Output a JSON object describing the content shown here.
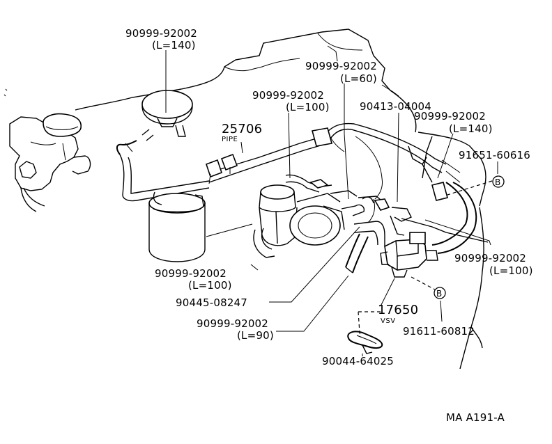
{
  "labels": {
    "hose_top_left": "90999-92002",
    "hose_top_left_len": "(L=140)",
    "hose_top_mid": "90999-92002",
    "hose_top_mid_len": "(L=60)",
    "hose_mid": "90999-92002",
    "hose_mid_len": "(L=100)",
    "clamp_90413": "90413-04004",
    "hose_right": "90999-92002",
    "hose_right_len": "(L=140)",
    "pipe_part": "25706",
    "pipe_name": "PIPE",
    "bolt_91651": "91651-60616",
    "ref_b_top": "B",
    "hose_lower_left": "90999-92002",
    "hose_lower_left_len": "(L=100)",
    "hose_lower_right": "90999-92002",
    "hose_lower_right_len": "(L=100)",
    "clamp_90445": "90445-08247",
    "vsv_part": "17650",
    "vsv_name": "VSV",
    "ref_b_bottom": "B",
    "hose_bottom": "90999-92002",
    "hose_bottom_len": "(L=90)",
    "bolt_91611": "91611-60812",
    "clip_90044": "90044-64025",
    "diagram_id": "MA A191-A"
  }
}
